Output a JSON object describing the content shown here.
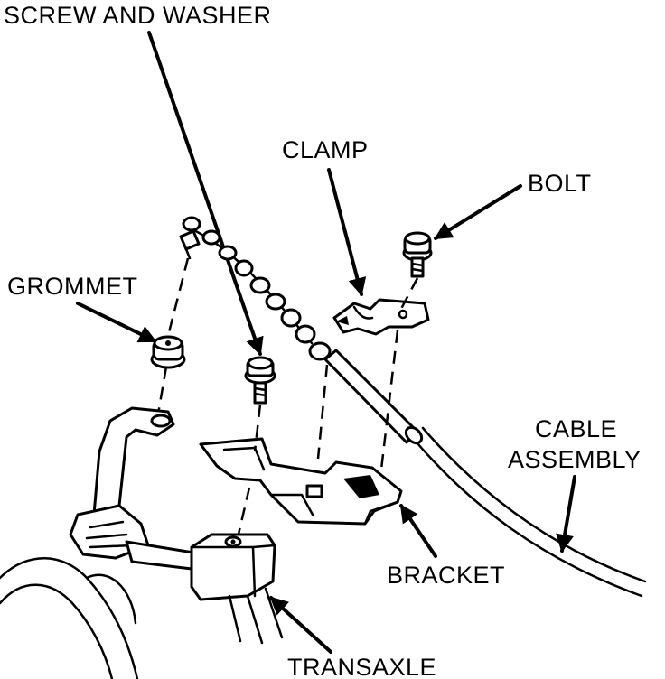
{
  "labels": {
    "screw_and_washer": "SCREW AND WASHER",
    "clamp": "CLAMP",
    "bolt": "BOLT",
    "grommet": "GROMMET",
    "cable_line1": "CABLE",
    "cable_line2": "ASSEMBLY",
    "bracket": "BRACKET",
    "transaxle": "TRANSAXLE"
  }
}
